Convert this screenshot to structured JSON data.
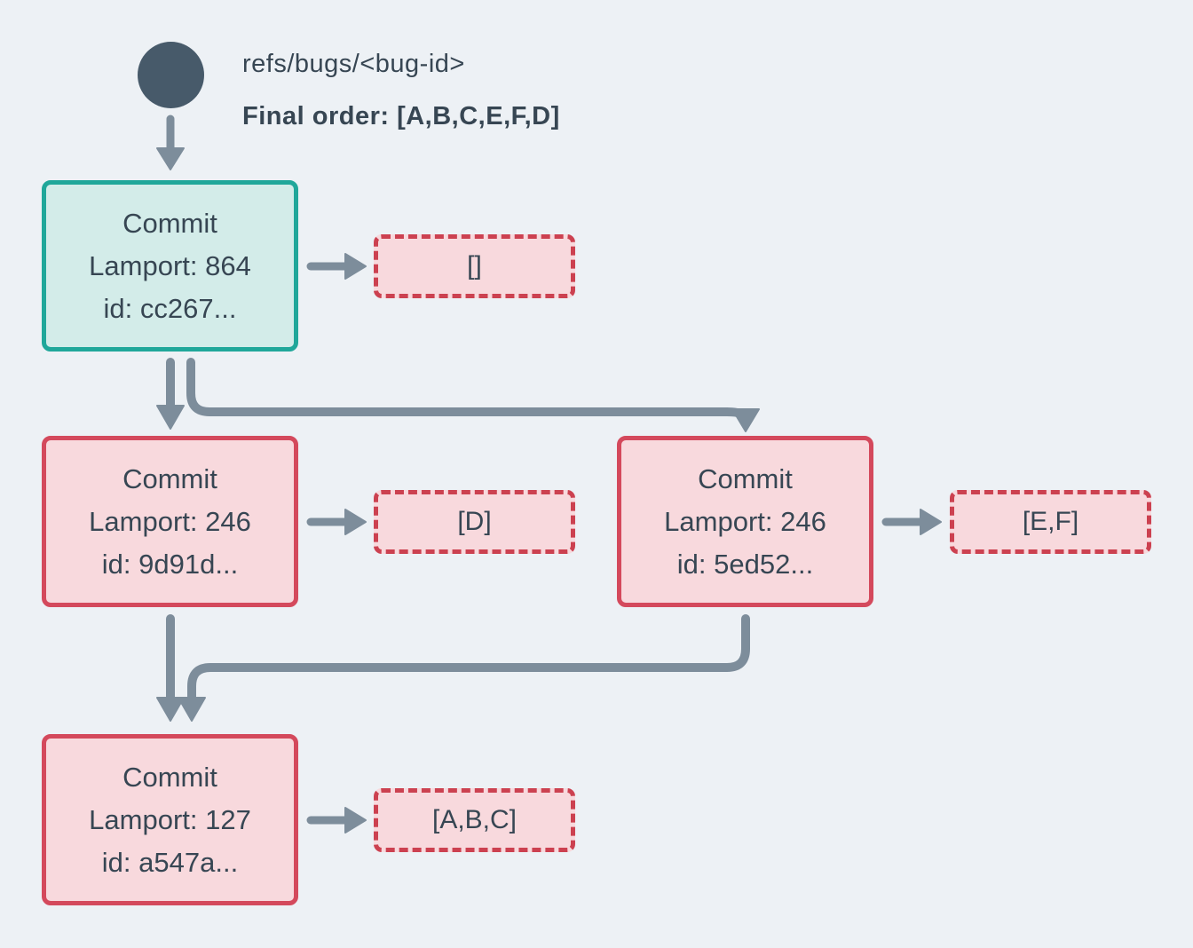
{
  "header": {
    "ref_label": "refs/bugs/<bug-id>",
    "final_order": "Final order: [A,B,C,E,F,D]"
  },
  "nodes": [
    {
      "title": "Commit",
      "lamport": "Lamport: 864",
      "id": "id: cc267...",
      "variant": "teal",
      "ops": "[]"
    },
    {
      "title": "Commit",
      "lamport": "Lamport: 246",
      "id": "id: 9d91d...",
      "variant": "pink",
      "ops": "[D]"
    },
    {
      "title": "Commit",
      "lamport": "Lamport: 246",
      "id": "id: 5ed52...",
      "variant": "pink",
      "ops": "[E,F]"
    },
    {
      "title": "Commit",
      "lamport": "Lamport: 127",
      "id": "id: a547a...",
      "variant": "pink",
      "ops": "[A,B,C]"
    }
  ],
  "colors": {
    "bg": "#edf1f5",
    "ink": "#374653",
    "arrow": "#7d8d9b",
    "circle": "#475a6a",
    "teal": "#20a79a",
    "teal-fill": "#d3ece9",
    "red": "#d4495c",
    "red-dash": "#cc4150",
    "pink-fill": "#f8d9dd"
  }
}
